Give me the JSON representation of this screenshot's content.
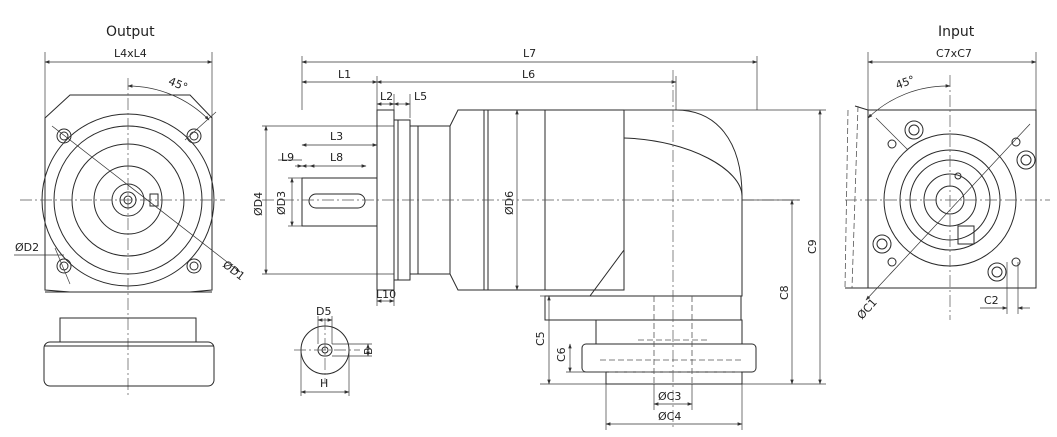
{
  "views": {
    "output": {
      "title": "Output",
      "dims": {
        "square": "L4xL4",
        "angle": "45°",
        "hole": "ØD2",
        "pcd": "ØD1"
      }
    },
    "side": {
      "dims": {
        "L1": "L1",
        "L2": "L2",
        "L3": "L3",
        "L5": "L5",
        "L6": "L6",
        "L7": "L7",
        "L8": "L8",
        "L9": "L9",
        "L10": "L10",
        "D3": "ØD3",
        "D4": "ØD4",
        "D6": "ØD6",
        "C3": "ØC3",
        "C4": "ØC4",
        "C5": "C5",
        "C6": "C6",
        "C8": "C8",
        "C9": "C9"
      }
    },
    "key": {
      "dims": {
        "D5": "D5",
        "B": "B",
        "H": "H"
      }
    },
    "input": {
      "title": "Input",
      "dims": {
        "square": "C7xC7",
        "angle": "45°",
        "pcd": "ØC1",
        "hole": "C2"
      }
    }
  }
}
